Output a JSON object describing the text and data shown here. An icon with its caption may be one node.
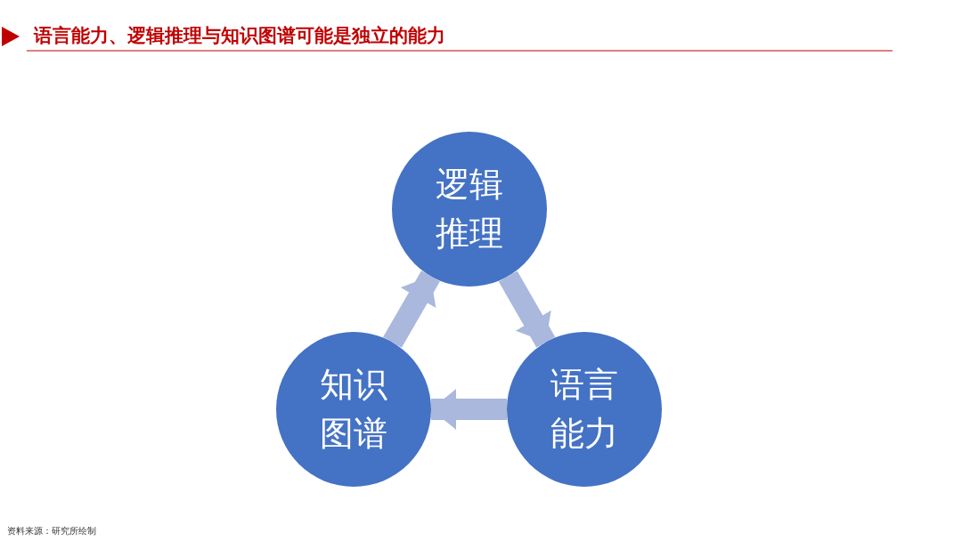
{
  "diagram": {
    "title": "语言能力、逻辑推理与知识图谱可能是独立的能力",
    "caption": "资料来源：研究所绘制",
    "nodes": [
      {
        "text": [
          "逻辑推理"
        ]
      },
      {
        "text": [
          "语言能力"
        ]
      },
      {
        "text": [
          "知识图谱"
        ]
      }
    ],
    "edges": [
      {
        "from": 0,
        "to": 1,
        "arrow": "to"
      },
      {
        "from": 1,
        "to": 2,
        "arrow": "to"
      },
      {
        "from": 2,
        "to": 0,
        "arrow": "to"
      }
    ]
  }
}
